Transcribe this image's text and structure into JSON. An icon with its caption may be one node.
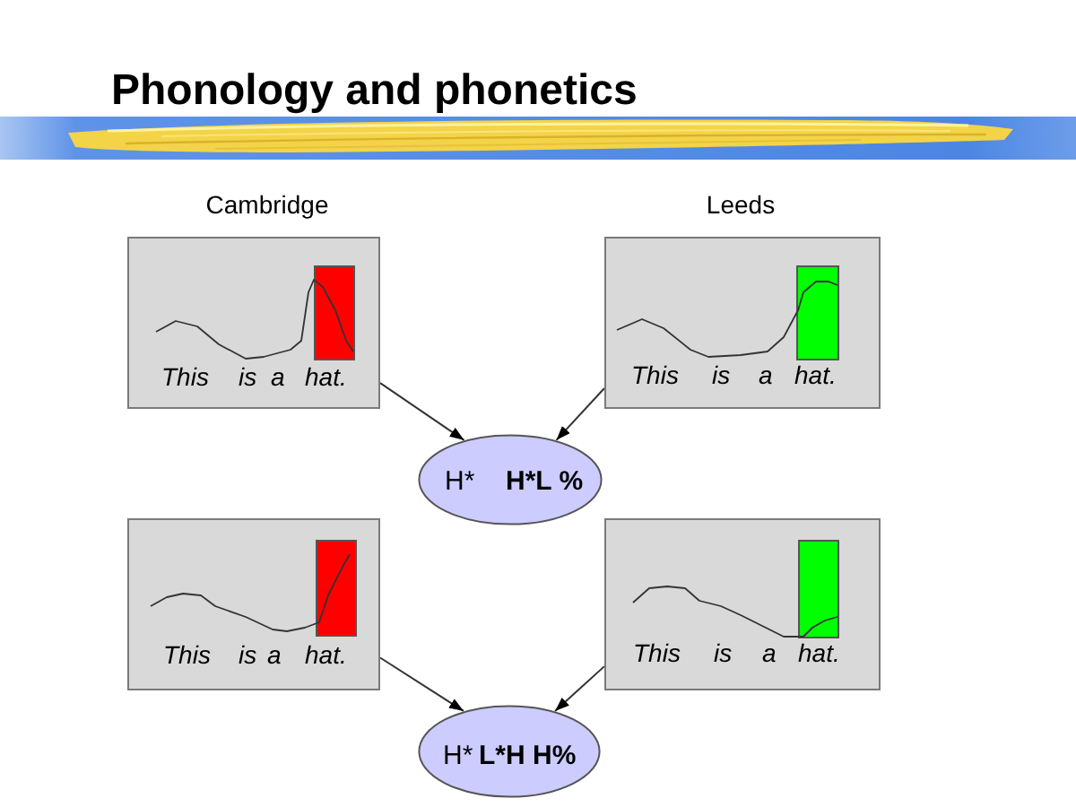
{
  "diagram": {
    "title": "Phonology and phonetics",
    "nodes": [
      {
        "text": [
          "This",
          "is",
          "a",
          "hat."
        ]
      },
      {
        "text": [
          "This",
          "is",
          "a",
          "hat."
        ]
      },
      {
        "text": [
          "H*",
          "H*L %"
        ]
      },
      {
        "text": [
          "This",
          "is",
          "a",
          "hat."
        ]
      },
      {
        "text": [
          "This",
          "is",
          "a",
          "hat."
        ]
      },
      {
        "text": [
          "H*",
          "L*H H%"
        ]
      }
    ],
    "edges": [
      {
        "from": 0,
        "to": 2,
        "arrow": "to"
      },
      {
        "from": 1,
        "to": 2,
        "arrow": "to"
      },
      {
        "from": 3,
        "to": 5,
        "arrow": "to"
      },
      {
        "from": 4,
        "to": 5,
        "arrow": "to"
      }
    ],
    "labels": [
      "Cambridge",
      "Leeds"
    ]
  }
}
